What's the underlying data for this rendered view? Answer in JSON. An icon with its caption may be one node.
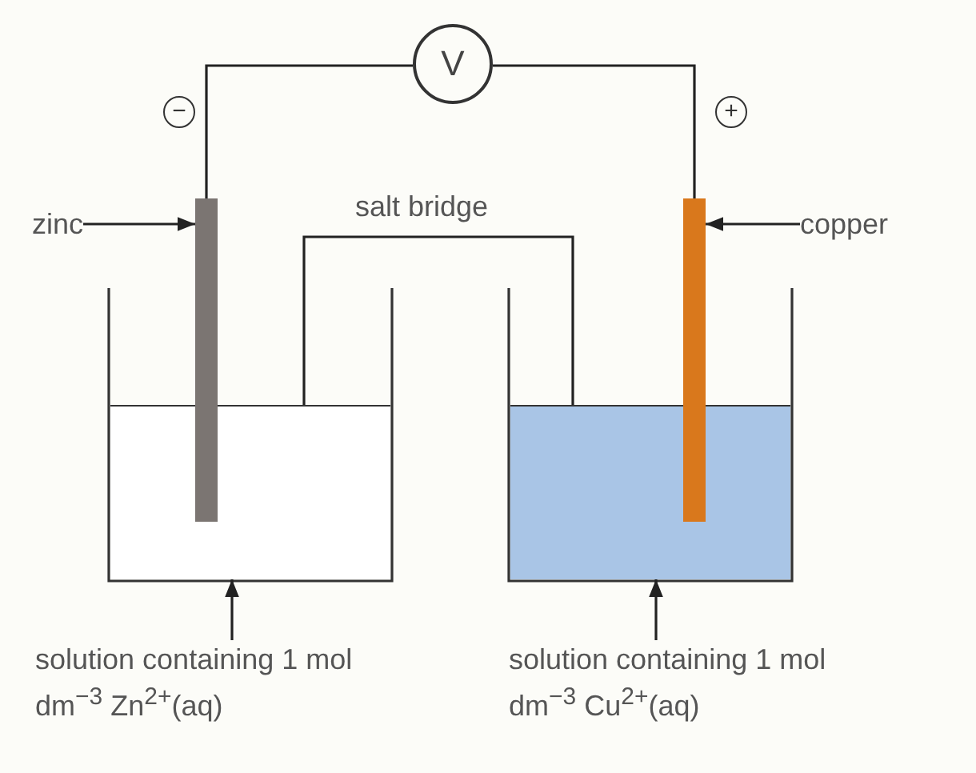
{
  "diagram": {
    "nodes": [
      {
        "text": [
          "zinc"
        ]
      },
      {
        "text": [],
        "shape": "bar"
      },
      {
        "text": [
          "copper"
        ]
      },
      {
        "text": [],
        "shape": "bar"
      },
      {
        "text": [
          "solution containing 1 mol dm$^{−3}$ Zn$^{2+}$(aq)"
        ]
      },
      {
        "text": [],
        "shape": "box"
      },
      {
        "text": [
          "solution containing 1 mol dm$^{−3}$ Cu$^{2+}$(aq)"
        ]
      },
      {
        "text": [],
        "shape": "box"
      },
      {
        "text": [
          "V"
        ]
      }
    ],
    "edges": [
      {
        "from": 0,
        "to": 1,
        "arrow": "to"
      },
      {
        "from": 2,
        "to": 3,
        "arrow": "to"
      },
      {
        "from": 4,
        "to": 5,
        "arrow": "to"
      },
      {
        "from": 6,
        "to": 7,
        "arrow": "to"
      },
      {
        "from": 1,
        "to": 8,
        "arrow": "none"
      },
      {
        "from": 8,
        "to": 3,
        "arrow": "none"
      },
      {
        "from": 5,
        "to": 7,
        "arrow": "none"
      }
    ],
    "labels": [
      "−",
      "+",
      "salt bridge"
    ]
  }
}
